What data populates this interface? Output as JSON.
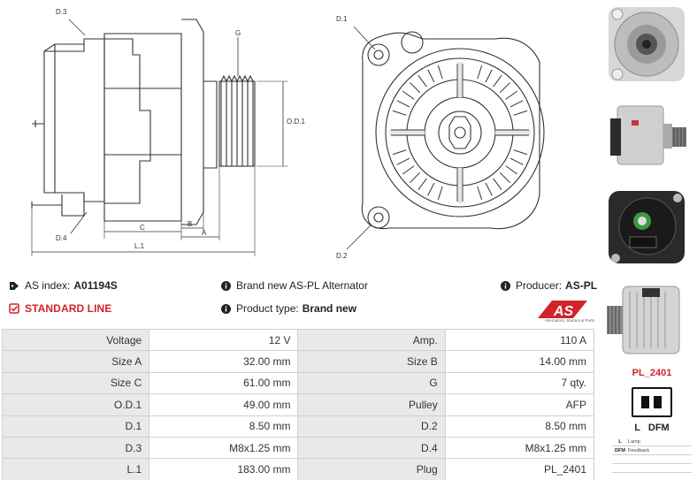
{
  "drawing": {
    "labels": {
      "d3": "D.3",
      "g": "G",
      "od1": "O.D.1",
      "d4": "D.4",
      "c": "C",
      "b": "B",
      "a": "A",
      "l1": "L.1",
      "d1": "D.1",
      "d2": "D.2"
    }
  },
  "info": {
    "as_index_label": "AS index:",
    "as_index_value": "A01194S",
    "standard_line": "STANDARD LINE",
    "description": "Brand new AS-PL Alternator",
    "product_type_label": "Product type:",
    "product_type_value": "Brand new",
    "producer_label": "Producer:",
    "producer_value": "AS-PL"
  },
  "logo": {
    "text": "AS",
    "subtitle": "Alternators, Starters & Parts"
  },
  "specs": [
    {
      "l1": "Voltage",
      "v1": "12 V",
      "l2": "Amp.",
      "v2": "110 A"
    },
    {
      "l1": "Size A",
      "v1": "32.00 mm",
      "l2": "Size B",
      "v2": "14.00 mm"
    },
    {
      "l1": "Size C",
      "v1": "61.00 mm",
      "l2": "G",
      "v2": "7 qty."
    },
    {
      "l1": "O.D.1",
      "v1": "49.00 mm",
      "l2": "Pulley",
      "v2": "AFP"
    },
    {
      "l1": "D.1",
      "v1": "8.50 mm",
      "l2": "D.2",
      "v2": "8.50 mm"
    },
    {
      "l1": "D.3",
      "v1": "M8x1.25 mm",
      "l2": "D.4",
      "v2": "M8x1.25 mm"
    },
    {
      "l1": "L.1",
      "v1": "183.00 mm",
      "l2": "Plug",
      "v2": "PL_2401"
    }
  ],
  "plug": {
    "title": "PL_2401",
    "pins": "L DFM",
    "legend": [
      {
        "key": "L",
        "value": "Lamp"
      },
      {
        "key": "DFM",
        "value": "Feedback"
      }
    ]
  }
}
